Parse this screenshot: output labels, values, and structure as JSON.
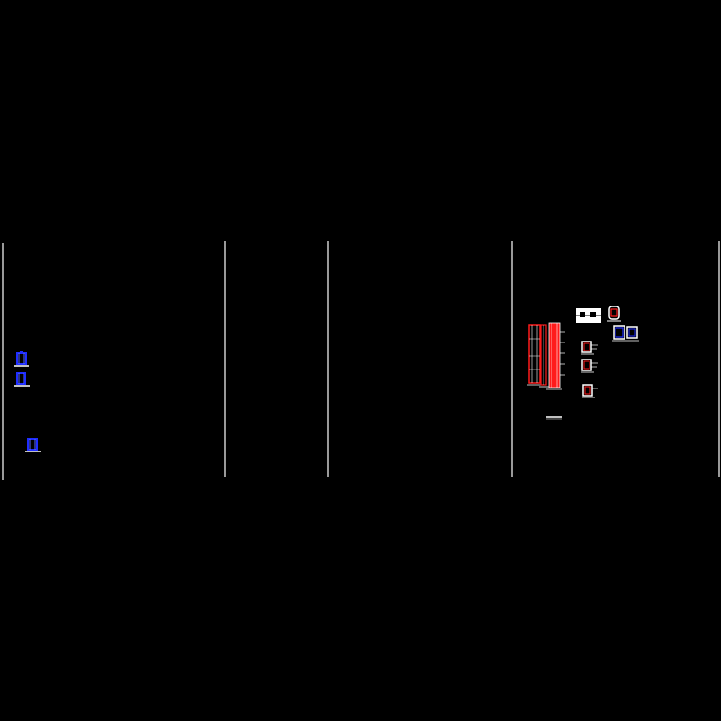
{
  "drawing": {
    "background": "#000000",
    "line_color": "#ffffff",
    "accent_colors": {
      "detail_blue": "#1f2dff",
      "detail_red": "#ff1a1a",
      "detail_white": "#ffffff"
    },
    "sheet_dividers": [
      "divider-left-edge",
      "divider-1",
      "divider-2",
      "divider-3",
      "divider-right-edge"
    ],
    "panels": [
      {
        "id": "panel-1",
        "content": "blue-details"
      },
      {
        "id": "panel-2",
        "content": "empty"
      },
      {
        "id": "panel-3",
        "content": "empty"
      },
      {
        "id": "panel-4",
        "content": "section-details"
      }
    ]
  }
}
